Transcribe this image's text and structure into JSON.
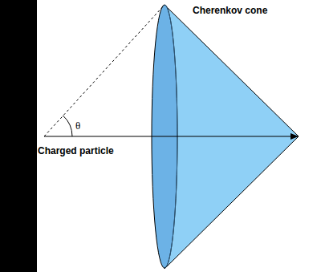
{
  "diagram": {
    "labels": [
      "Cherenkov cone",
      "θ",
      "Charged particle"
    ]
  }
}
